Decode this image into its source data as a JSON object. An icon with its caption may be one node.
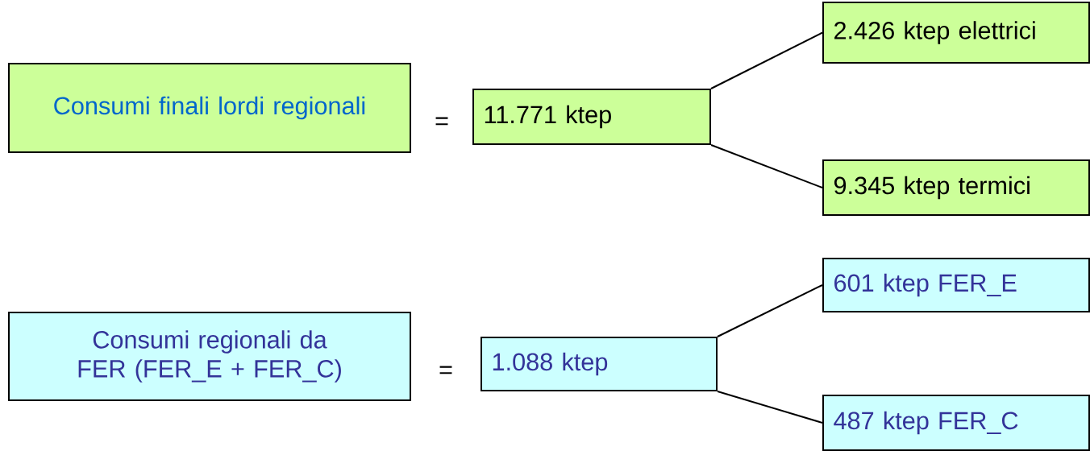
{
  "diagram": {
    "nodes": [
      {
        "text": [
          "Consumi finali lordi regionali"
        ]
      },
      {
        "text": [
          "11.771 ktep"
        ]
      },
      {
        "text": [
          "2.426 ktep elettrici"
        ]
      },
      {
        "text": [
          "9.345 ktep termici"
        ]
      },
      {
        "text": [
          "Consumi regionali da FER (FER_E + FER_C)"
        ]
      },
      {
        "text": [
          "1.088 ktep"
        ]
      },
      {
        "text": [
          "601 ktep FER_E"
        ]
      },
      {
        "text": [
          "487 ktep FER_C"
        ]
      }
    ],
    "edges": [
      {
        "from": 1,
        "to": 2,
        "arrow": "none"
      },
      {
        "from": 1,
        "to": 3,
        "arrow": "none"
      },
      {
        "from": 5,
        "to": 6,
        "arrow": "none"
      },
      {
        "from": 5,
        "to": 7,
        "arrow": "none"
      }
    ],
    "labels": [
      "=",
      "="
    ]
  }
}
